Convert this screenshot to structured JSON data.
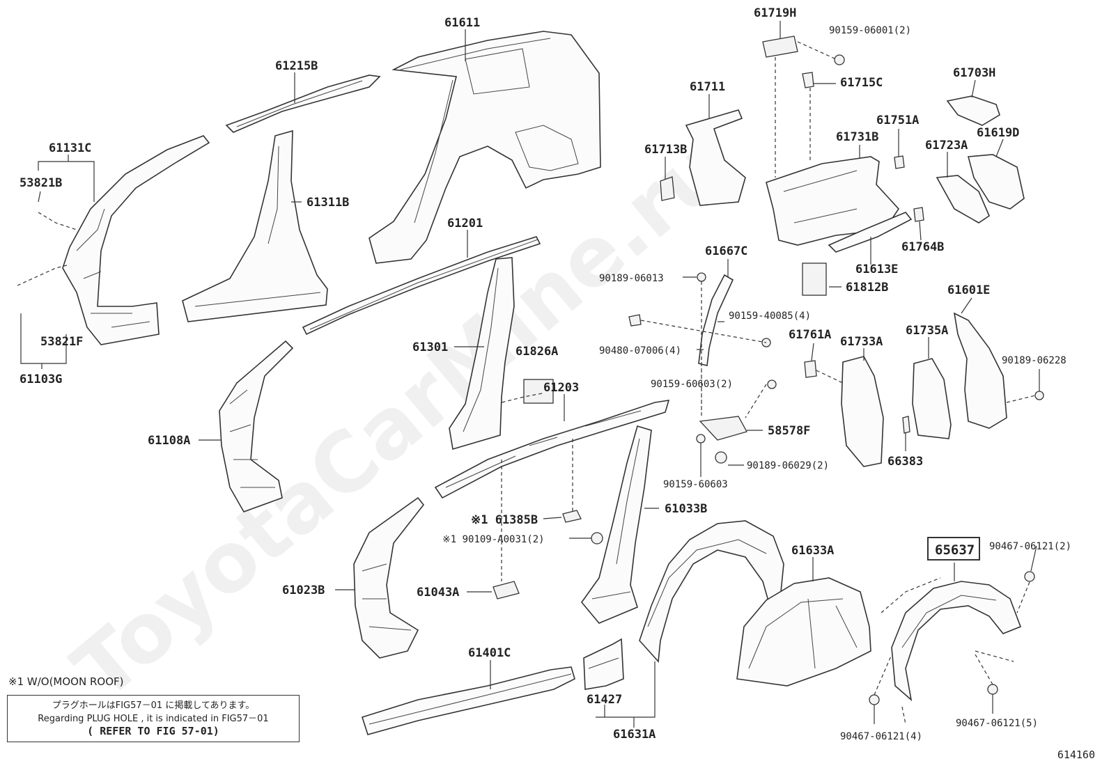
{
  "watermark": "ToyotaCarMine.ru",
  "highlighted_part": "65637",
  "labels": {
    "p61611": "61611",
    "p61215B": "61215B",
    "p61131C": "61131C",
    "p53821B": "53821B",
    "p53821F": "53821F",
    "p61103G": "61103G",
    "p61311B": "61311B",
    "p61201": "61201",
    "p61108A": "61108A",
    "p61301": "61301",
    "p61826A": "61826A",
    "p61203": "61203",
    "p61385B": "※1 61385B",
    "p90109": "※1 90109-A0031(2)",
    "p61043A": "61043A",
    "p61023B": "61023B",
    "p61033B": "61033B",
    "p61401C": "61401C",
    "p61427": "61427",
    "p61631A": "61631A",
    "p61719H": "61719H",
    "p90159_06001": "90159-06001(2)",
    "p61715C": "61715C",
    "p61703H": "61703H",
    "p61711": "61711",
    "p61713B": "61713B",
    "p61731B": "61731B",
    "p61751A": "61751A",
    "p61619D": "61619D",
    "p61723A": "61723A",
    "p61764B": "61764B",
    "p61613E": "61613E",
    "p61812B": "61812B",
    "p61667C": "61667C",
    "p90189_06013": "90189-06013",
    "p90159_40085": "90159-40085(4)",
    "p90480": "90480-07006(4)",
    "p90159_60603_2": "90159-60603(2)",
    "p58578F": "58578F",
    "p90189_06029": "90189-06029(2)",
    "p90159_60603": "90159-60603",
    "p61601E": "61601E",
    "p61761A": "61761A",
    "p61733A": "61733A",
    "p61735A": "61735A",
    "p90189_06228": "90189-06228",
    "p66383": "66383",
    "p61633A": "61633A",
    "p65637": "65637",
    "p90467_2": "90467-06121(2)",
    "p90467_4": "90467-06121(4)",
    "p90467_5": "90467-06121(5)"
  },
  "notes": {
    "footnote": "※1 W/O(MOON ROOF)",
    "jp": "プラグホールはFIG57－01 に掲載してあります。",
    "en": "Regarding PLUG HOLE , it is indicated in FIG57－01",
    "ref": "( REFER TO FIG 57-01)"
  },
  "figure_number": "614160"
}
